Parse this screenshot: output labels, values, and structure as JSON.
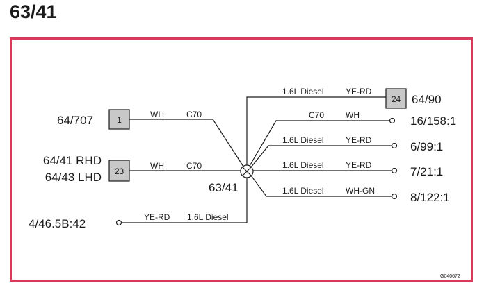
{
  "title": "63/41",
  "splice_label": "63/41",
  "code": "G040672",
  "left": [
    {
      "label": "64/707",
      "box": "1",
      "color": "WH",
      "circuit": "C70"
    },
    {
      "label_line1": "64/41 RHD",
      "label_line2": "64/43 LHD",
      "box": "23",
      "color": "WH",
      "circuit": "C70"
    },
    {
      "label": "4/46.5B:42",
      "color": "YE-RD",
      "variant": "1.6L Diesel"
    }
  ],
  "right": [
    {
      "label": "64/90",
      "box": "24",
      "variant": "1.6L Diesel",
      "color": "YE-RD"
    },
    {
      "label": "16/158:1",
      "circuit": "C70",
      "color": "WH"
    },
    {
      "label": "6/99:1",
      "variant": "1.6L Diesel",
      "color": "YE-RD"
    },
    {
      "label": "7/21:1",
      "variant": "1.6L Diesel",
      "color": "YE-RD"
    },
    {
      "label": "8/122:1",
      "variant": "1.6L Diesel",
      "color": "WH-GN"
    }
  ]
}
